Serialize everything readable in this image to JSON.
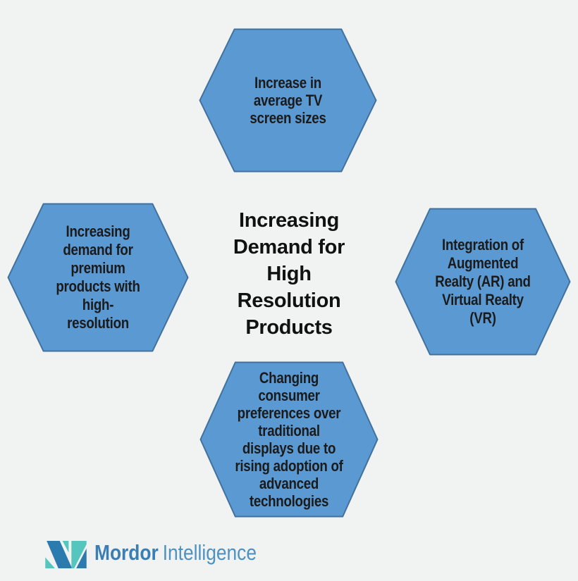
{
  "page": {
    "background_color": "#f1f2f2"
  },
  "title": {
    "text": "Increasing\nDemand for\nHigh\nResolution\nProducts"
  },
  "hexagons": [
    {
      "position": "top",
      "text": "Increase in\naverage TV\nscreen sizes"
    },
    {
      "position": "left",
      "text": "Increasing\ndemand for\npremium\nproducts with\nhigh-\nresolution"
    },
    {
      "position": "right",
      "text": "Integration of\nAugmented\nRealty (AR) and\nVirtual Realty\n(VR)"
    },
    {
      "position": "bottom",
      "text": "Changing\nconsumer\npreferences over\ntraditional\ndisplays due to\nrising adoption of\nadvanced\ntechnologies"
    }
  ],
  "colors": {
    "hexagon_fill": "#5B99D3",
    "hexagon_border": "#41719C",
    "hexagon_text": "#1b1b1b",
    "title_text": "#111111",
    "logo_blue": "#2C7BAE",
    "logo_teal": "#55C6BD",
    "logo_text_bold": "#3B7EB3",
    "logo_text_light": "#4E92C2"
  },
  "logo": {
    "brand_bold": "Mordor",
    "brand_light": "Intelligence",
    "mark_icon": "mordor-intelligence-mark"
  }
}
